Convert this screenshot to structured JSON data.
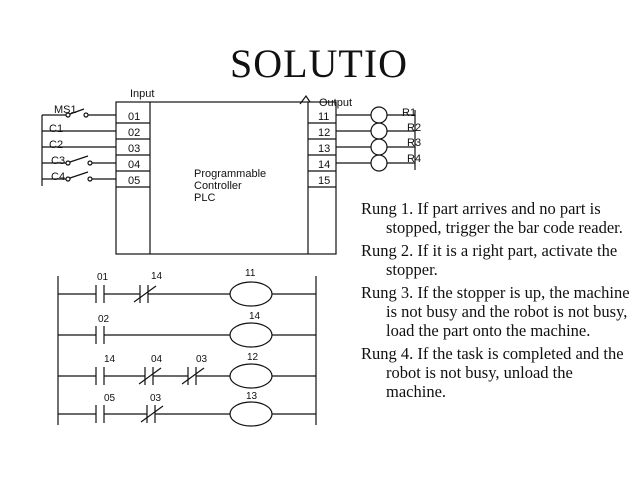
{
  "slide": {
    "title": "SOLUTIO"
  },
  "plc": {
    "input_label": "Input",
    "output_label": "Output",
    "body_lines": [
      "Programmable",
      "Controller",
      "PLC"
    ],
    "input_terminals": [
      "01",
      "02",
      "03",
      "04",
      "05"
    ],
    "output_terminals": [
      "11",
      "12",
      "13",
      "14",
      "15"
    ],
    "input_devices": [
      "MS1",
      "C1",
      "C2",
      "C3",
      "C4"
    ],
    "output_devices": [
      "R1",
      "R2",
      "R3",
      "R4"
    ]
  },
  "ladder": {
    "rung1": {
      "contacts": [
        "01",
        "14"
      ],
      "coil": "11"
    },
    "rung2": {
      "contacts": [
        "02"
      ],
      "coil": "14"
    },
    "rung3": {
      "contacts": [
        "14",
        "04",
        "03"
      ],
      "coil": "12"
    },
    "rung4": {
      "contacts": [
        "05",
        "03"
      ],
      "coil": "13"
    }
  },
  "rungs": [
    "Rung 1.  If part arrives and no part is stopped, trigger the bar code reader.",
    "Rung 2.  If it is a right part, activate the stopper.",
    "Rung 3.  If the stopper is up, the machine is not busy and the robot is not busy, load the part onto the machine.",
    "Rung 4.  If the task is completed and the robot is not busy, unload the machine."
  ]
}
